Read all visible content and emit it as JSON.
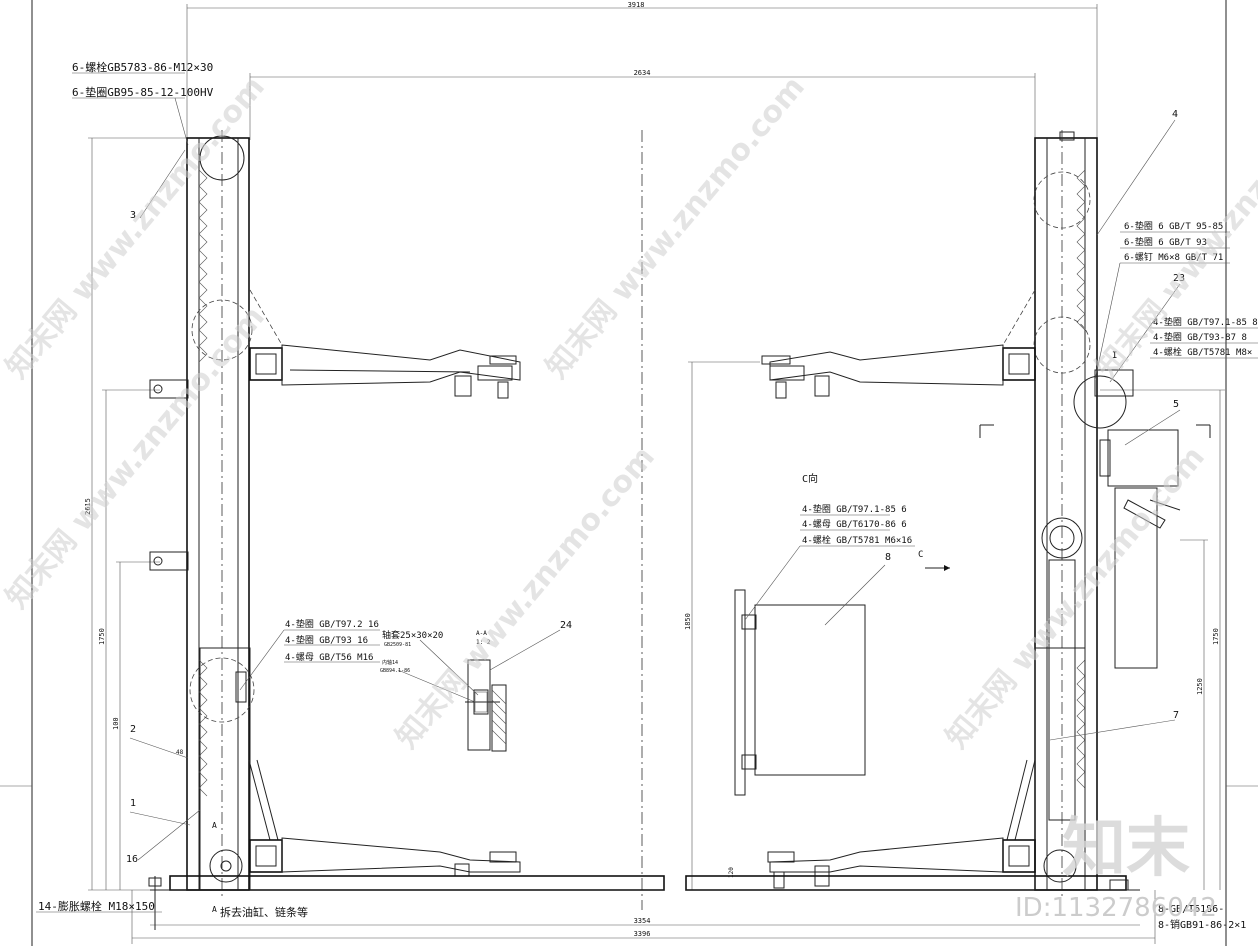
{
  "dimensions": {
    "top_overall": "3918",
    "top_inner": "2634",
    "bottom_inner": "3354",
    "bottom_overall": "3396",
    "left_height": "2615",
    "left_mid": "1750",
    "left_low": "100",
    "left_small": "48",
    "right_height": "1750",
    "right_low": "1250",
    "center_height": "1850",
    "base": "120"
  },
  "callouts": {
    "bolt_top": "6-螺栓GB5783-86-M12×30",
    "washer_top": "6-垫圈GB95-85-12-100HV",
    "anchor_bolt": "14-膨胀螺栓 M18×150",
    "remove_note": "拆去油缸、链条等",
    "right_group1": [
      "6-垫圈 6 GB/T 95-85",
      "6-垫圈  6 GB/T 93",
      "6-螺钉 M6×8 GB/T 71"
    ],
    "right_group2": [
      "4-垫圈 GB/T97.1-85 8",
      "4-垫圈 GB/T93-87 8",
      "4-螺栓 GB/T5781 M8×"
    ],
    "center_group": [
      "4-垫圈 GB/T97.1-85 6",
      "4-螺母 GB/T6170-86 6",
      "4-螺栓 GB/T5781 M6×16"
    ],
    "left_group": [
      "4-垫圈 GB/T97.2 16",
      "4-垫圈 GB/T93 16",
      "4-螺母 GB/T56 M16"
    ],
    "bushing": "轴套25×30×20",
    "bushing_std": "GB2509-81",
    "pin_note": "内轴14",
    "pin_std": "GB894.1-86",
    "section_label": "A-A",
    "section_scale": "1: 2",
    "view_c": "C向",
    "arrow_c": "C",
    "bottom_pin": "8-销GB91-86-2×1",
    "bottom_right": "8-GB/T6186-",
    "section_mark_a": "A",
    "section_mark_i": "I"
  },
  "part_numbers": [
    "1",
    "2",
    "3",
    "4",
    "5",
    "7",
    "8",
    "16",
    "23",
    "24"
  ],
  "watermarks": [
    "知末网 www.znzmo.com"
  ],
  "logo": "知末",
  "image_id": "ID:1132786042"
}
